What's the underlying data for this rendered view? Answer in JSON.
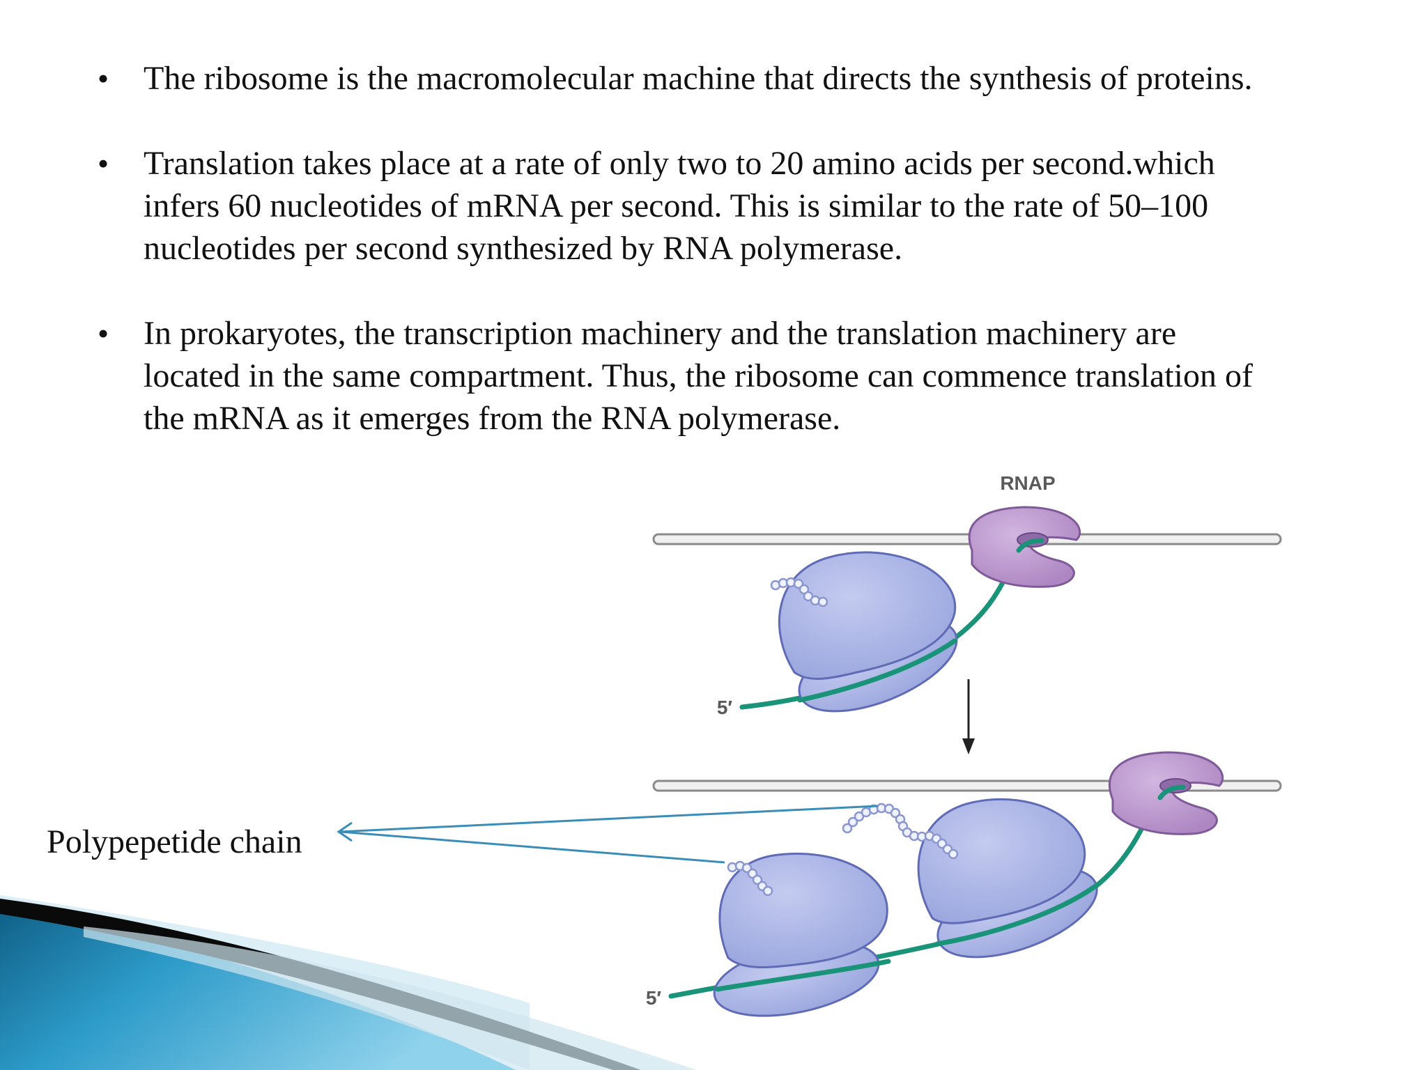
{
  "bullets": [
    {
      "lines": [
        "The ribosome is the macromolecular machine that directs the synthesis of proteins."
      ]
    },
    {
      "lines": [
        "Translation takes place at a rate of only two to 20 amino acids per second.which",
        "infers 60 nucleotides  of mRNA per second. This is similar to the rate of 50–100",
        "nucleotides per second synthesized by RNA polymerase."
      ]
    },
    {
      "lines": [
        "In prokaryotes, the transcription machinery and the translation machinery are",
        "located in the same compartment. Thus, the ribosome can commence translation of",
        "the mRNA as it emerges from the RNA polymerase."
      ]
    }
  ],
  "diagram": {
    "rnap_label": "RNAP",
    "five_prime_top": "5′",
    "five_prime_bottom": "5′",
    "polypeptide_label": "Polypepetide chain"
  },
  "colors": {
    "ribosome": "#a3aee3",
    "ribosome_edge": "#5f6bb5",
    "rnap": "#b995cc",
    "rnap_edge": "#7f5a98",
    "mrna": "#1a9478",
    "dna_fill": "#f0f0f0",
    "dna_edge": "#8a8a8a",
    "annotation_arrow": "#3a8db8",
    "accent_blue": "#2a95c4"
  }
}
